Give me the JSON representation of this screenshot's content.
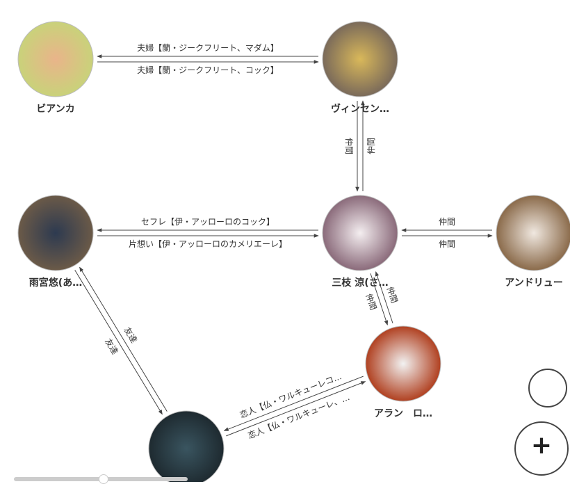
{
  "nodes": [
    {
      "id": "bianca",
      "label": "ビアンカ",
      "color1": "#e9b48a",
      "color2": "#c9d27a"
    },
    {
      "id": "vincent",
      "label": "ヴィンセン…",
      "color1": "#d9b85a",
      "color2": "#7a6a5a"
    },
    {
      "id": "amemiya",
      "label": "雨宮悠(あ…",
      "color1": "#2d3a50",
      "color2": "#6b5a48"
    },
    {
      "id": "saegusa",
      "label": "三枝 涼(さ…",
      "color1": "#f4eef0",
      "color2": "#8a6a7a"
    },
    {
      "id": "andrew",
      "label": "アンドリュー",
      "color1": "#f0e8e0",
      "color2": "#8a6a4a"
    },
    {
      "id": "alan",
      "label": "アラン　ロ…",
      "color1": "#f2f2f2",
      "color2": "#b04020"
    },
    {
      "id": "bottom",
      "label": "",
      "color1": "#3a5560",
      "color2": "#1e2a30"
    }
  ],
  "edges": [
    {
      "from": "bianca",
      "to": "vincent",
      "label": "夫婦【蘭・ジークフリート、コック】"
    },
    {
      "from": "vincent",
      "to": "bianca",
      "label": "夫婦【蘭・ジークフリート、マダム】"
    },
    {
      "from": "vincent",
      "to": "saegusa",
      "label": "仲間"
    },
    {
      "from": "saegusa",
      "to": "vincent",
      "label": "仲間"
    },
    {
      "from": "amemiya",
      "to": "saegusa",
      "label": "片想い【伊・アッローロのカメリエーレ】"
    },
    {
      "from": "saegusa",
      "to": "amemiya",
      "label": "セフレ【伊・アッローロのコック】"
    },
    {
      "from": "saegusa",
      "to": "andrew",
      "label": "仲間"
    },
    {
      "from": "andrew",
      "to": "saegusa",
      "label": "仲間"
    },
    {
      "from": "saegusa",
      "to": "alan",
      "label": "仲間"
    },
    {
      "from": "alan",
      "to": "saegusa",
      "label": "仲間"
    },
    {
      "from": "amemiya",
      "to": "bottom",
      "label": "友達"
    },
    {
      "from": "bottom",
      "to": "amemiya",
      "label": "友達"
    },
    {
      "from": "bottom",
      "to": "alan",
      "label": "恋人【仏・ワルキューレ、…"
    },
    {
      "from": "alan",
      "to": "bottom",
      "label": "恋人【仏・ワルキューレコ…"
    }
  ],
  "controls": {
    "zoom_in": "+"
  }
}
